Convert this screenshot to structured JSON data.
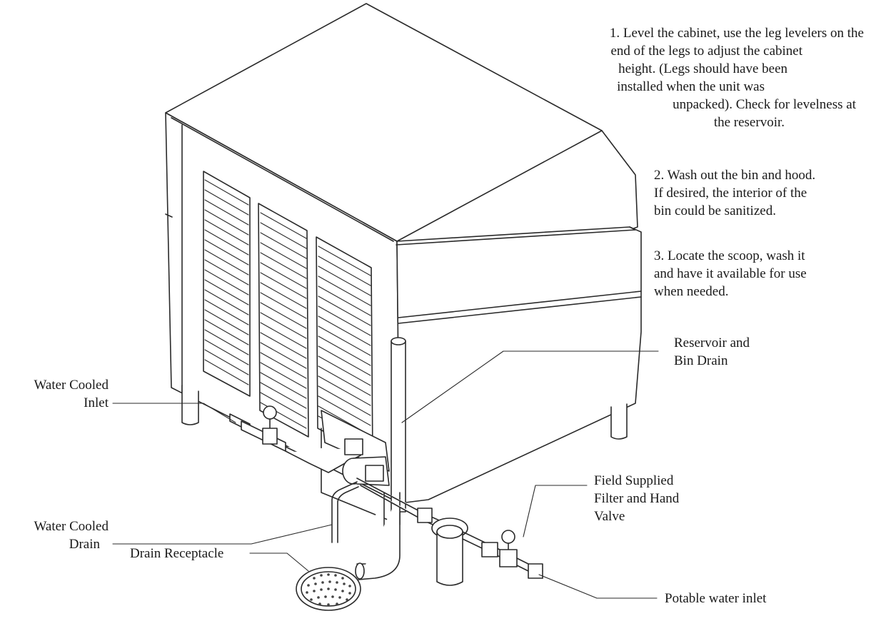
{
  "instructions": {
    "step1": [
      "1. Level the cabinet, use the leg levelers on the",
      "end of the legs to adjust the cabinet",
      "height. (Legs should have been",
      "installed when the unit was",
      "unpacked). Check for levelness at",
      "the reservoir."
    ],
    "step2": [
      "2. Wash out the bin and hood.",
      "If desired, the interior of the",
      "bin could be sanitized."
    ],
    "step3": [
      "3. Locate the scoop, wash it",
      "and have it available for use",
      "when needed."
    ]
  },
  "callouts": {
    "water_cooled_inlet": [
      "Water Cooled",
      "Inlet"
    ],
    "water_cooled_drain": [
      "Water Cooled",
      "Drain"
    ],
    "drain_receptacle": "Drain Receptacle",
    "reservoir_bin_drain": [
      "Reservoir and",
      "Bin Drain"
    ],
    "field_supplied_filter": [
      "Field Supplied",
      "Filter and Hand",
      "Valve"
    ],
    "potable_water_inlet": "Potable water inlet"
  }
}
